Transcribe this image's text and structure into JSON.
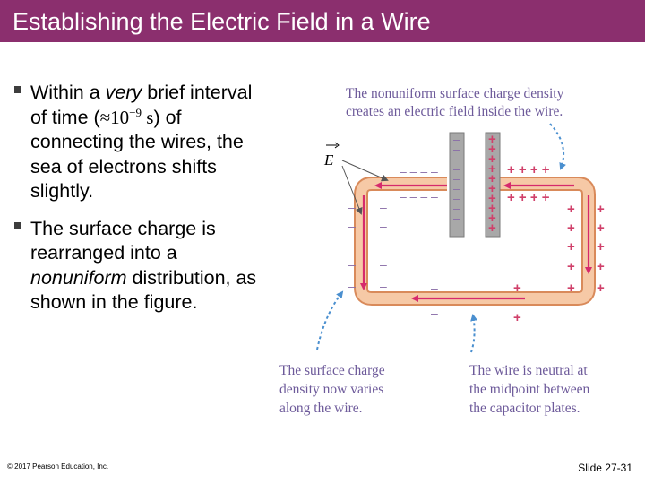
{
  "title": "Establishing the Electric Field in a Wire",
  "bullets": {
    "b1_before": "Within a ",
    "b1_em": "very",
    "b1_after1": " brief interval of time (",
    "b1_math_base": "≈10",
    "b1_math_exp": "−9",
    "b1_math_unit": " s",
    "b1_after2": ") of connecting the wires, the sea of electrons shifts slightly.",
    "b2_before": "The surface charge is rearranged into a ",
    "b2_em": "nonuniform",
    "b2_after": " distribution, as shown in the figure."
  },
  "figure": {
    "caption_top_line1": "The nonuniform surface charge density",
    "caption_top_line2": "creates an electric field inside the wire.",
    "efield_label": "E",
    "caption_bl_line1": "The surface charge",
    "caption_bl_line2": "density now varies",
    "caption_bl_line3": "along the wire.",
    "caption_br_line1": "The wire is neutral at",
    "caption_br_line2": "the midpoint between",
    "caption_br_line3": "the capacitor plates.",
    "colors": {
      "wire_fill": "#f6c9a6",
      "wire_edge": "#d98a5a",
      "arrow": "#d62a6c",
      "pointer": "#4a8fcf",
      "plate": "#a8a8a8"
    }
  },
  "footer": {
    "copyright": "© 2017 Pearson Education, Inc.",
    "slide": "Slide 27-31"
  }
}
